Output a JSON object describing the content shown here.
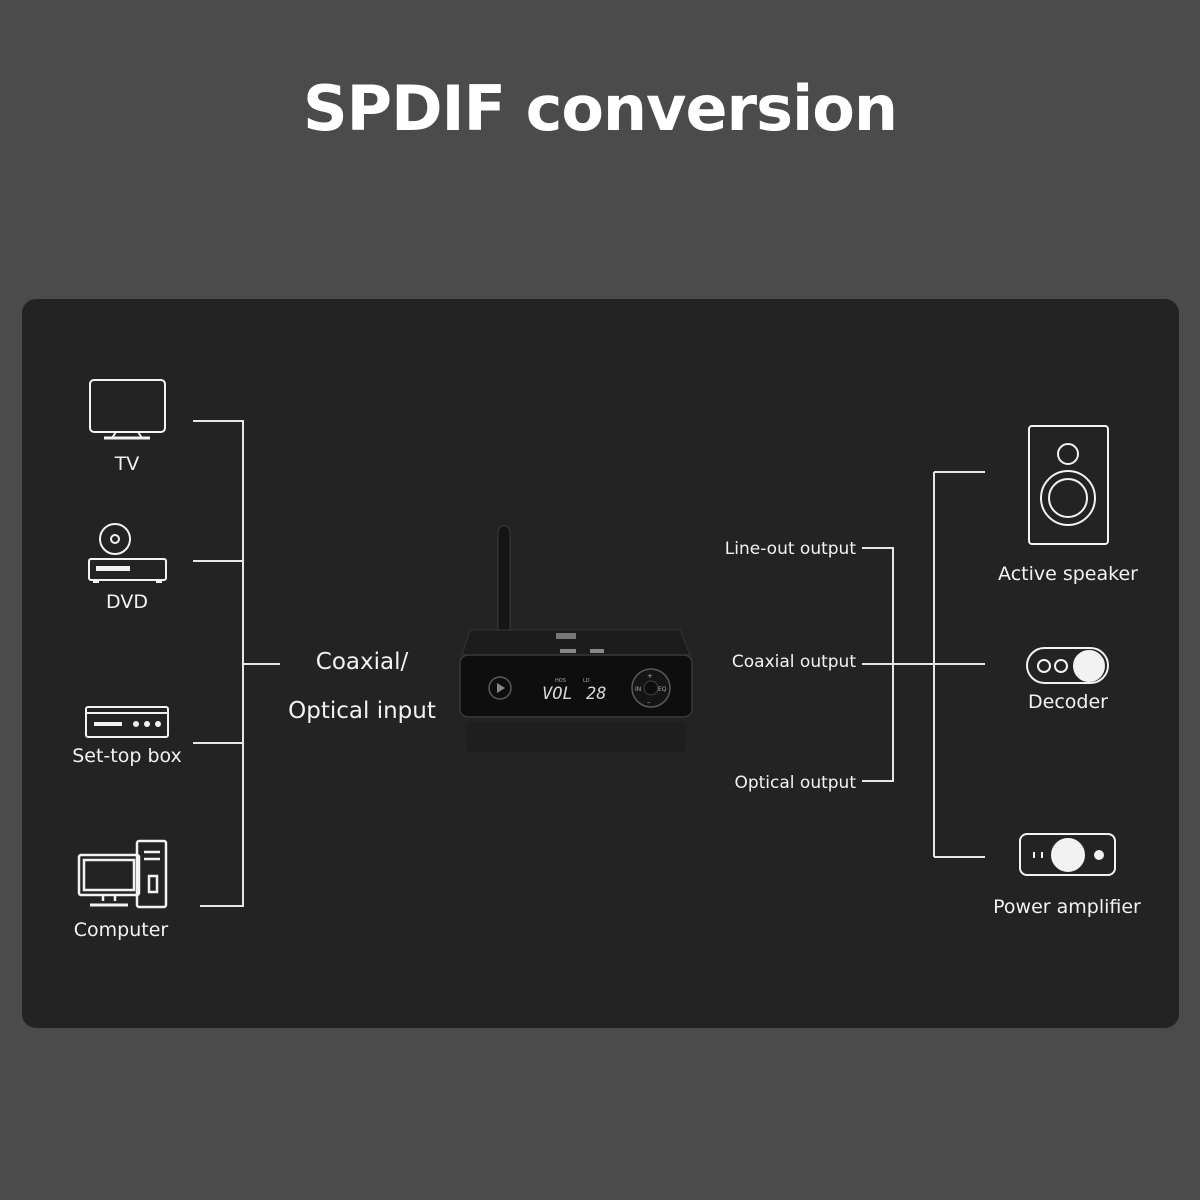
{
  "title": "SPDIF conversion",
  "inputs": {
    "devices": [
      {
        "label": "TV",
        "icon": "tv-icon"
      },
      {
        "label": "DVD",
        "icon": "dvd-player-icon"
      },
      {
        "label": "Set-top box",
        "icon": "set-top-box-icon"
      },
      {
        "label": "Computer",
        "icon": "computer-icon"
      }
    ],
    "hub_label_line1": "Coaxial/",
    "hub_label_line2": "Optical input"
  },
  "device": {
    "display_text": "VOL",
    "display_value": "28"
  },
  "outputs": {
    "types": [
      "Line-out output",
      "Coaxial output",
      "Optical output"
    ],
    "devices": [
      {
        "label": "Active speaker",
        "icon": "speaker-icon"
      },
      {
        "label": "Decoder",
        "icon": "decoder-icon"
      },
      {
        "label": "Power amplifier",
        "icon": "power-amplifier-icon"
      }
    ]
  },
  "colors": {
    "background": "#4b4b4b",
    "panel": "#232323",
    "line": "#e6e6e6",
    "text": "#ffffff"
  }
}
